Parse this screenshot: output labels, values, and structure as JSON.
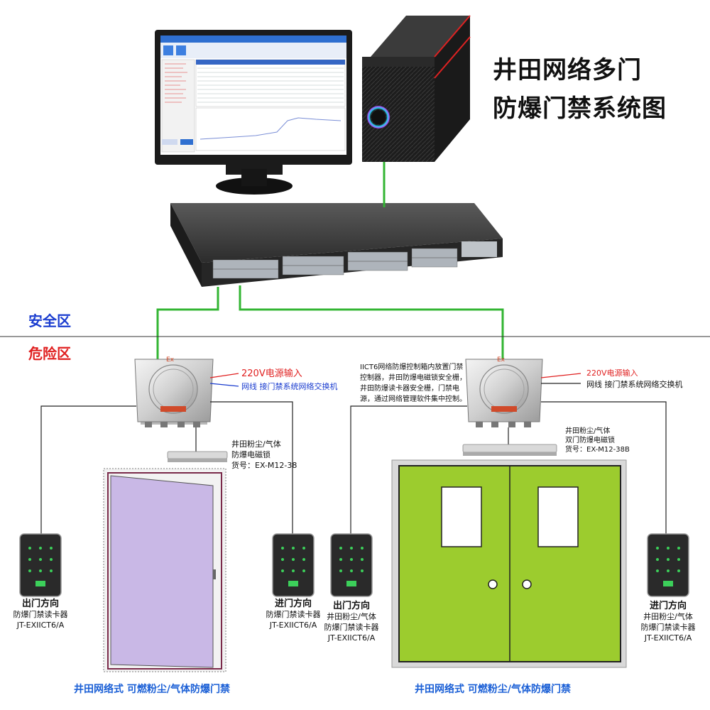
{
  "title": {
    "line1": "井田网络多门",
    "line2": "防爆门禁系统图"
  },
  "zones": {
    "safe": "安全区",
    "danger": "危险区"
  },
  "controller_left": {
    "brand_mark": "Ex",
    "power": "220V电源输入",
    "network": "网线 接门禁系统网络交换机"
  },
  "controller_right": {
    "brand_mark": "Ex",
    "power": "220V电源输入",
    "network": "网线 接门禁系统网络交换机",
    "note": "IICT6网络防爆控制箱内放置门禁控制器，井田防爆电磁锁安全栅，井田防爆读卡器安全栅，门禁电源，通过网络管理软件集中控制。"
  },
  "lock_single": {
    "line1": "井田粉尘/气体",
    "line2": "防爆电磁锁",
    "line3": "货号：EX-M12-38"
  },
  "lock_double": {
    "line1": "井田粉尘/气体",
    "line2": "双门防爆电磁锁",
    "line3": "货号：EX-M12-38B"
  },
  "readers": [
    {
      "dir": "出门方向",
      "line1": "防爆门禁读卡器",
      "line2": "",
      "model": "JT-EXIICT6/A"
    },
    {
      "dir": "进门方向",
      "line1": "防爆门禁读卡器",
      "line2": "",
      "model": "JT-EXIICT6/A"
    },
    {
      "dir": "出门方向",
      "line1": "井田粉尘/气体",
      "line2": "防爆门禁读卡器",
      "model": "JT-EXIICT6/A"
    },
    {
      "dir": "进门方向",
      "line1": "井田粉尘/气体",
      "line2": "防爆门禁读卡器",
      "model": "JT-EXIICT6/A"
    }
  ],
  "captions": {
    "left_door": "井田网络式 可燃粉尘/气体防爆门禁",
    "right_door": "井田网络式 可燃粉尘/气体防爆门禁"
  },
  "colors": {
    "network_cable": "#33b533",
    "single_door": "#c9b8e6",
    "double_door": "#9ccc2e",
    "zone_safe": "#1a3ccf",
    "zone_danger": "#e02020"
  }
}
